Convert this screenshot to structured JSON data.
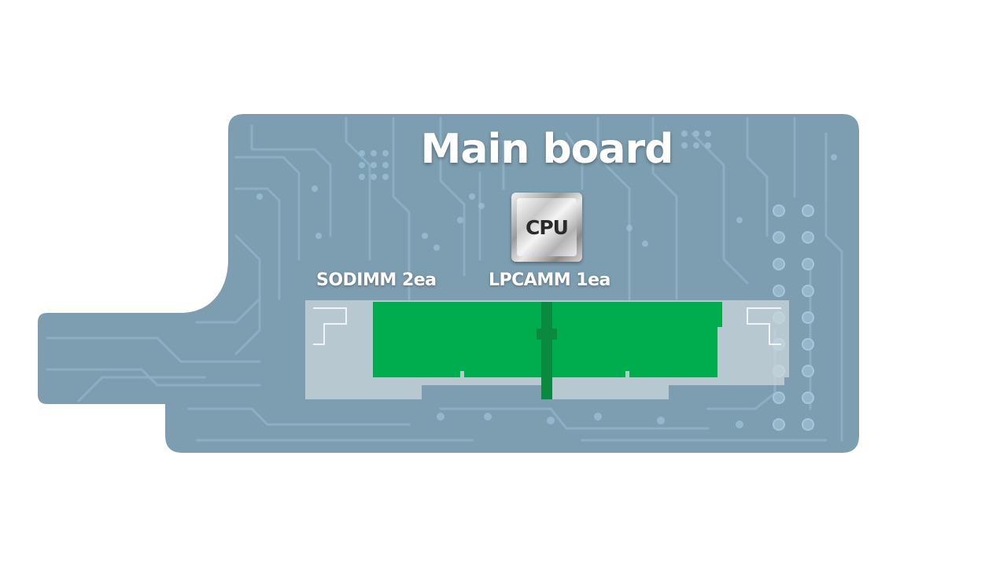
{
  "diagram": {
    "title": "Main board",
    "cpu_label": "CPU",
    "slots": [
      {
        "label": "SODIMM 2ea"
      },
      {
        "label": "LPCAMM 1ea"
      }
    ]
  },
  "colors": {
    "background": "#ffffff",
    "board": "#7d9eb0",
    "trace": "#8fb1c6",
    "trace_bright": "#9cc0d8",
    "module_green": "#00ad4e",
    "slot_gray": "#cdd8dd",
    "text": "#ffffff"
  }
}
